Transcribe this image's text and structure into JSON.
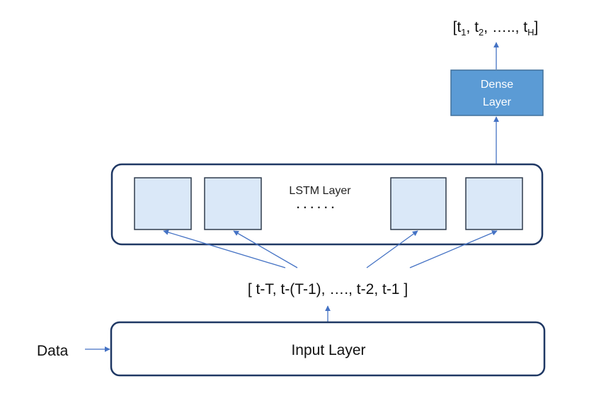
{
  "output": {
    "open": "[",
    "t1_base": "t",
    "t1_sub": "1",
    "sep1": ", ",
    "t2_base": "t",
    "t2_sub": "2",
    "sep2": ", ….., ",
    "tH_base": "t",
    "tH_sub": "H",
    "close": "]"
  },
  "dense_layer": {
    "line1": "Dense",
    "line2": "Layer",
    "fill_color": "#5b9bd5",
    "border_color": "#41719c"
  },
  "lstm_layer": {
    "label": "LSTM Layer",
    "ellipsis": "· · · · · ·",
    "cell_fill": "#dae8f8",
    "border_color": "#1f3864"
  },
  "input_sequence": {
    "label": "[ t-T, t-(T-1), …., t-2, t-1 ]"
  },
  "input_layer": {
    "label": "Input Layer"
  },
  "data_label": "Data",
  "arrow_color": "#4472c4"
}
